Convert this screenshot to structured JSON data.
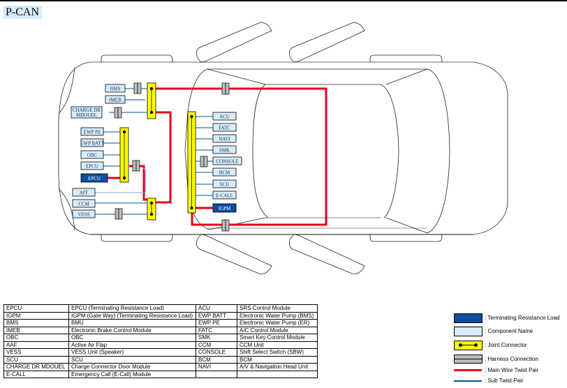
{
  "title": "P-CAN",
  "colors": {
    "main_wire": "#e8001c",
    "sub_wire": "#0a4f96",
    "terminating": "#0a4fa0",
    "component": "#d6ecfa",
    "joint": "#ffff00",
    "harness": "#bdbdbd",
    "aaf_wire": "#7fa6d6"
  },
  "components": {
    "bms": "BMS",
    "imeb": "IMEB",
    "charge_dr_line1": "CHARGE DR",
    "charge_dr_line2": "MDOUEL",
    "ewp_pe": "EWP PE",
    "ewp_batt": "EWP BATT",
    "obc": "OBC",
    "epcu": "EPCU",
    "epcu_term": "EPCU",
    "aff": "AFF",
    "ccm": "CCM",
    "vess": "VESS",
    "acu": "ACU",
    "fatc": "FATC",
    "navi": "NAVI",
    "smk": "SMK",
    "console": "CONSOLE",
    "bcm": "BCM",
    "scu": "SCU",
    "ecall": "E-CALL",
    "igpm_term": "IGPM"
  },
  "abbreviations": [
    {
      "abbr": "EPCU",
      "desc": "EPCU (Terminating Resistance Load)",
      "abbr2": "ACU",
      "desc2": "SRS Control Module"
    },
    {
      "abbr": "IGPM",
      "desc": "IGPM (Gate Way) (Terminating Resistance Load)",
      "abbr2": "EWP BATT",
      "desc2": "Electronic Water Pump (BMS)"
    },
    {
      "abbr": "BMS",
      "desc": "BMU",
      "abbr2": "EWP PE",
      "desc2": "Electronic Water Pump (ER)"
    },
    {
      "abbr": "IMEB",
      "desc": "Electronic Brake Control Module",
      "abbr2": "FATC",
      "desc2": "A/C Control Module"
    },
    {
      "abbr": "OBC",
      "desc": "OBC",
      "abbr2": "SMK",
      "desc2": "Smart Key Control Module"
    },
    {
      "abbr": "AAF",
      "desc": "Active Air Flap",
      "abbr2": "CCM",
      "desc2": "CCM Unit"
    },
    {
      "abbr": "VESS",
      "desc": "VESS Unit (Speaker)",
      "abbr2": "CONSOLE",
      "desc2": "Shift Select Switch (SBW)"
    },
    {
      "abbr": "SCU",
      "desc": "SCU",
      "abbr2": "BCM",
      "desc2": "BCM"
    },
    {
      "abbr": "CHARGE DR MDOUEL",
      "desc": "Charge Connector Door Module",
      "abbr2": "NAVI",
      "desc2": "A/V & Navigation Head Unit"
    },
    {
      "abbr": "E-CALL",
      "desc": "Emergency Call (E-Call) Module",
      "abbr2": "",
      "desc2": ""
    }
  ],
  "key": [
    {
      "icon": "terminating-resistance-swatch",
      "label": ": Terminating Resistance Load"
    },
    {
      "icon": "component-name-swatch",
      "label": ": Component Name"
    },
    {
      "icon": "joint-connector-swatch",
      "label": ": Joint Connector"
    },
    {
      "icon": "harness-connection-swatch",
      "label": ": Harness Connection"
    },
    {
      "icon": "main-wire-swatch",
      "label": ": Main Wire Twist Pair"
    },
    {
      "icon": "sub-wire-swatch",
      "label": ": Sub Twist Pair"
    }
  ]
}
